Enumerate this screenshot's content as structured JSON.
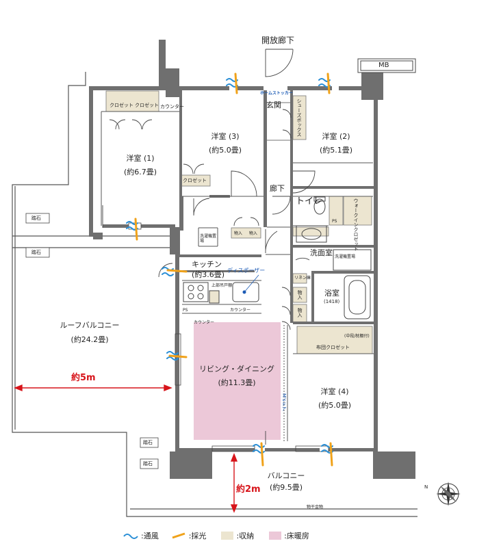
{
  "labels": {
    "corridor_open": "開放廊下",
    "mb": "MB",
    "home_stocker": "ホームストッカー",
    "entrance": "玄関",
    "shoes_box": "シューズボックス",
    "room1_name": "洋室 (1)",
    "room1_size": "(約6.7畳)",
    "room2_name": "洋室 (2)",
    "room2_size": "(約5.1畳)",
    "room3_name": "洋室 (3)",
    "room3_size": "(約5.0畳)",
    "room4_name": "洋室 (4)",
    "room4_size": "(約5.0畳)",
    "closet": "クロゼット",
    "counter": "カウンター",
    "hallway": "廊下",
    "toilet": "トイレ",
    "walkin_closet": "ウォークインクロゼット",
    "ps": "PS",
    "storage": "物入",
    "washer_space": "洗濯機置場",
    "washroom": "洗面室",
    "linen": "リネン庫",
    "bath_name": "浴室",
    "bath_size": "(1418)",
    "kitchen_name": "キッチン",
    "kitchen_size": "(約3.6畳)",
    "disposer": "ディスポーザー",
    "upper_cabinet": "上部吊戸棚",
    "futon_closet": "布団クロゼット",
    "shelf_note": "(中段/枕棚付)",
    "living_name": "リビング・ダイニング",
    "living_size": "(約11.3畳)",
    "ms_door": "M'sドア",
    "roof_balcony_name": "ルーフバルコニー",
    "roof_balcony_size": "(約24.2畳)",
    "balcony_name": "バルコニー",
    "balcony_size": "(約9.5畳)",
    "paving": "踏石",
    "dim_5m": "約5m",
    "dim_2m": "約2m",
    "dryer_rail": "物干金物",
    "north": "N"
  },
  "legend": [
    {
      "label": ":通風",
      "icon": "wind-icon",
      "color": "#2a8fd6"
    },
    {
      "label": ":採光",
      "icon": "light-icon",
      "color": "#f0a21a"
    },
    {
      "label": ":収納",
      "icon": "storage-swatch",
      "color": "#ece5d0"
    },
    {
      "label": ":床暖房",
      "icon": "floor-heating-swatch",
      "color": "#ecc8d8"
    }
  ],
  "colors": {
    "wall": "#6f6f6f",
    "wall_dark": "#555555",
    "storage": "#ece5d0",
    "floor_heating": "#ecc8d8",
    "wind": "#2a8fd6",
    "light": "#f0a21a",
    "dimension": "#d7141a"
  }
}
